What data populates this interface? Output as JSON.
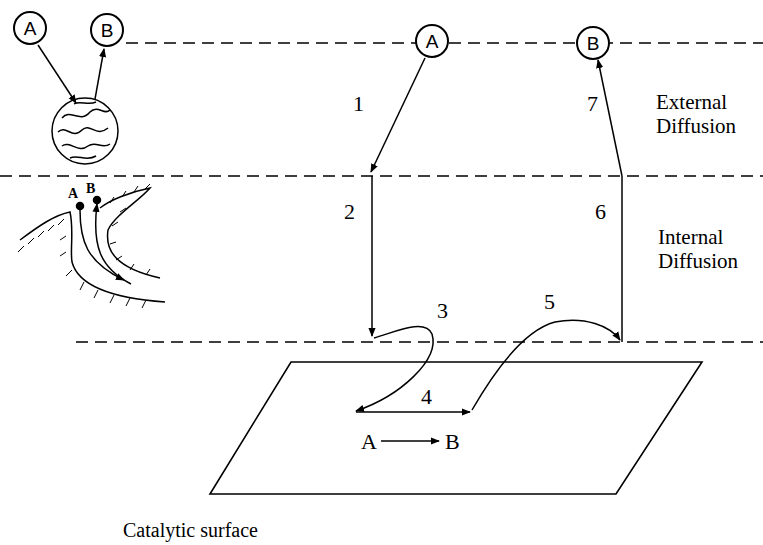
{
  "diagram": {
    "nodes": [
      {
        "text": [
          "A"
        ]
      },
      {
        "text": [
          "B"
        ]
      },
      {
        "text": [
          "A"
        ]
      },
      {
        "text": [
          "B"
        ]
      }
    ],
    "labels": [
      "1",
      "2",
      "3",
      "4",
      "5",
      "6",
      "7",
      "External Diffusion",
      "Internal Diffusion",
      "A",
      "B",
      "A",
      "B",
      "Catalytic surface"
    ]
  }
}
